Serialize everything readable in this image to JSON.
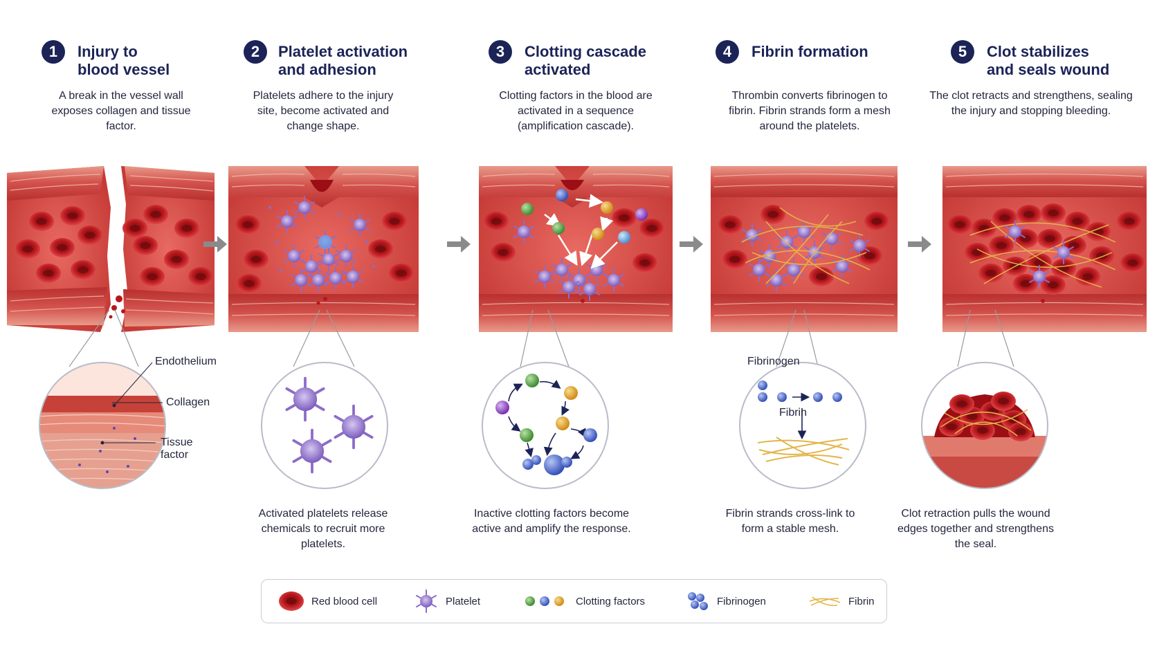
{
  "steps": [
    {
      "number": "1",
      "title": "Injury to\nblood vessel",
      "description": "A break in the vessel wall exposes collagen and tissue factor.",
      "caption": ""
    },
    {
      "number": "2",
      "title": "Platelet activation\nand adhesion",
      "description": "Platelets adhere to the injury site, become activated and change shape.",
      "caption": "Activated platelets release chemicals to recruit more platelets."
    },
    {
      "number": "3",
      "title": "Clotting cascade\nactivated",
      "description": "Clotting factors in the blood are activated in a sequence (amplification cascade).",
      "caption": "Inactive clotting factors become active and amplify the response."
    },
    {
      "number": "4",
      "title": "Fibrin formation",
      "description": "Thrombin converts fibrinogen to fibrin. Fibrin strands form a mesh around the platelets.",
      "caption": "Fibrin strands cross-link to form a stable mesh."
    },
    {
      "number": "5",
      "title": "Clot stabilizes\nand seals wound",
      "description": "The clot retracts and strengthens, sealing the injury and stopping bleeding.",
      "caption": "Clot retraction pulls the wound edges together and strengthens the seal."
    }
  ],
  "step1_labels": {
    "endothelium": "Endothelium",
    "collagen": "Collagen",
    "tissue_factor": "Tissue factor"
  },
  "step4_labels": {
    "fibrinogen": "Fibrinogen",
    "fibrin": "Fibrin"
  },
  "legend": [
    {
      "label": "Red blood cell",
      "icon": "red-blood-cell-icon"
    },
    {
      "label": "Platelet",
      "icon": "platelet-icon"
    },
    {
      "label": "Clotting factors",
      "icon": "clotting-factors-icon"
    },
    {
      "label": "Fibrinogen",
      "icon": "fibrinogen-icon"
    },
    {
      "label": "Fibrin",
      "icon": "fibrin-icon"
    }
  ],
  "colors": {
    "navy": "#1b2357",
    "vessel": "#c8383a",
    "rbc": "#b5171c",
    "platelet": "#8c6cc8",
    "fibrin": "#e3b54a",
    "arrow": "#8a8a8a"
  }
}
